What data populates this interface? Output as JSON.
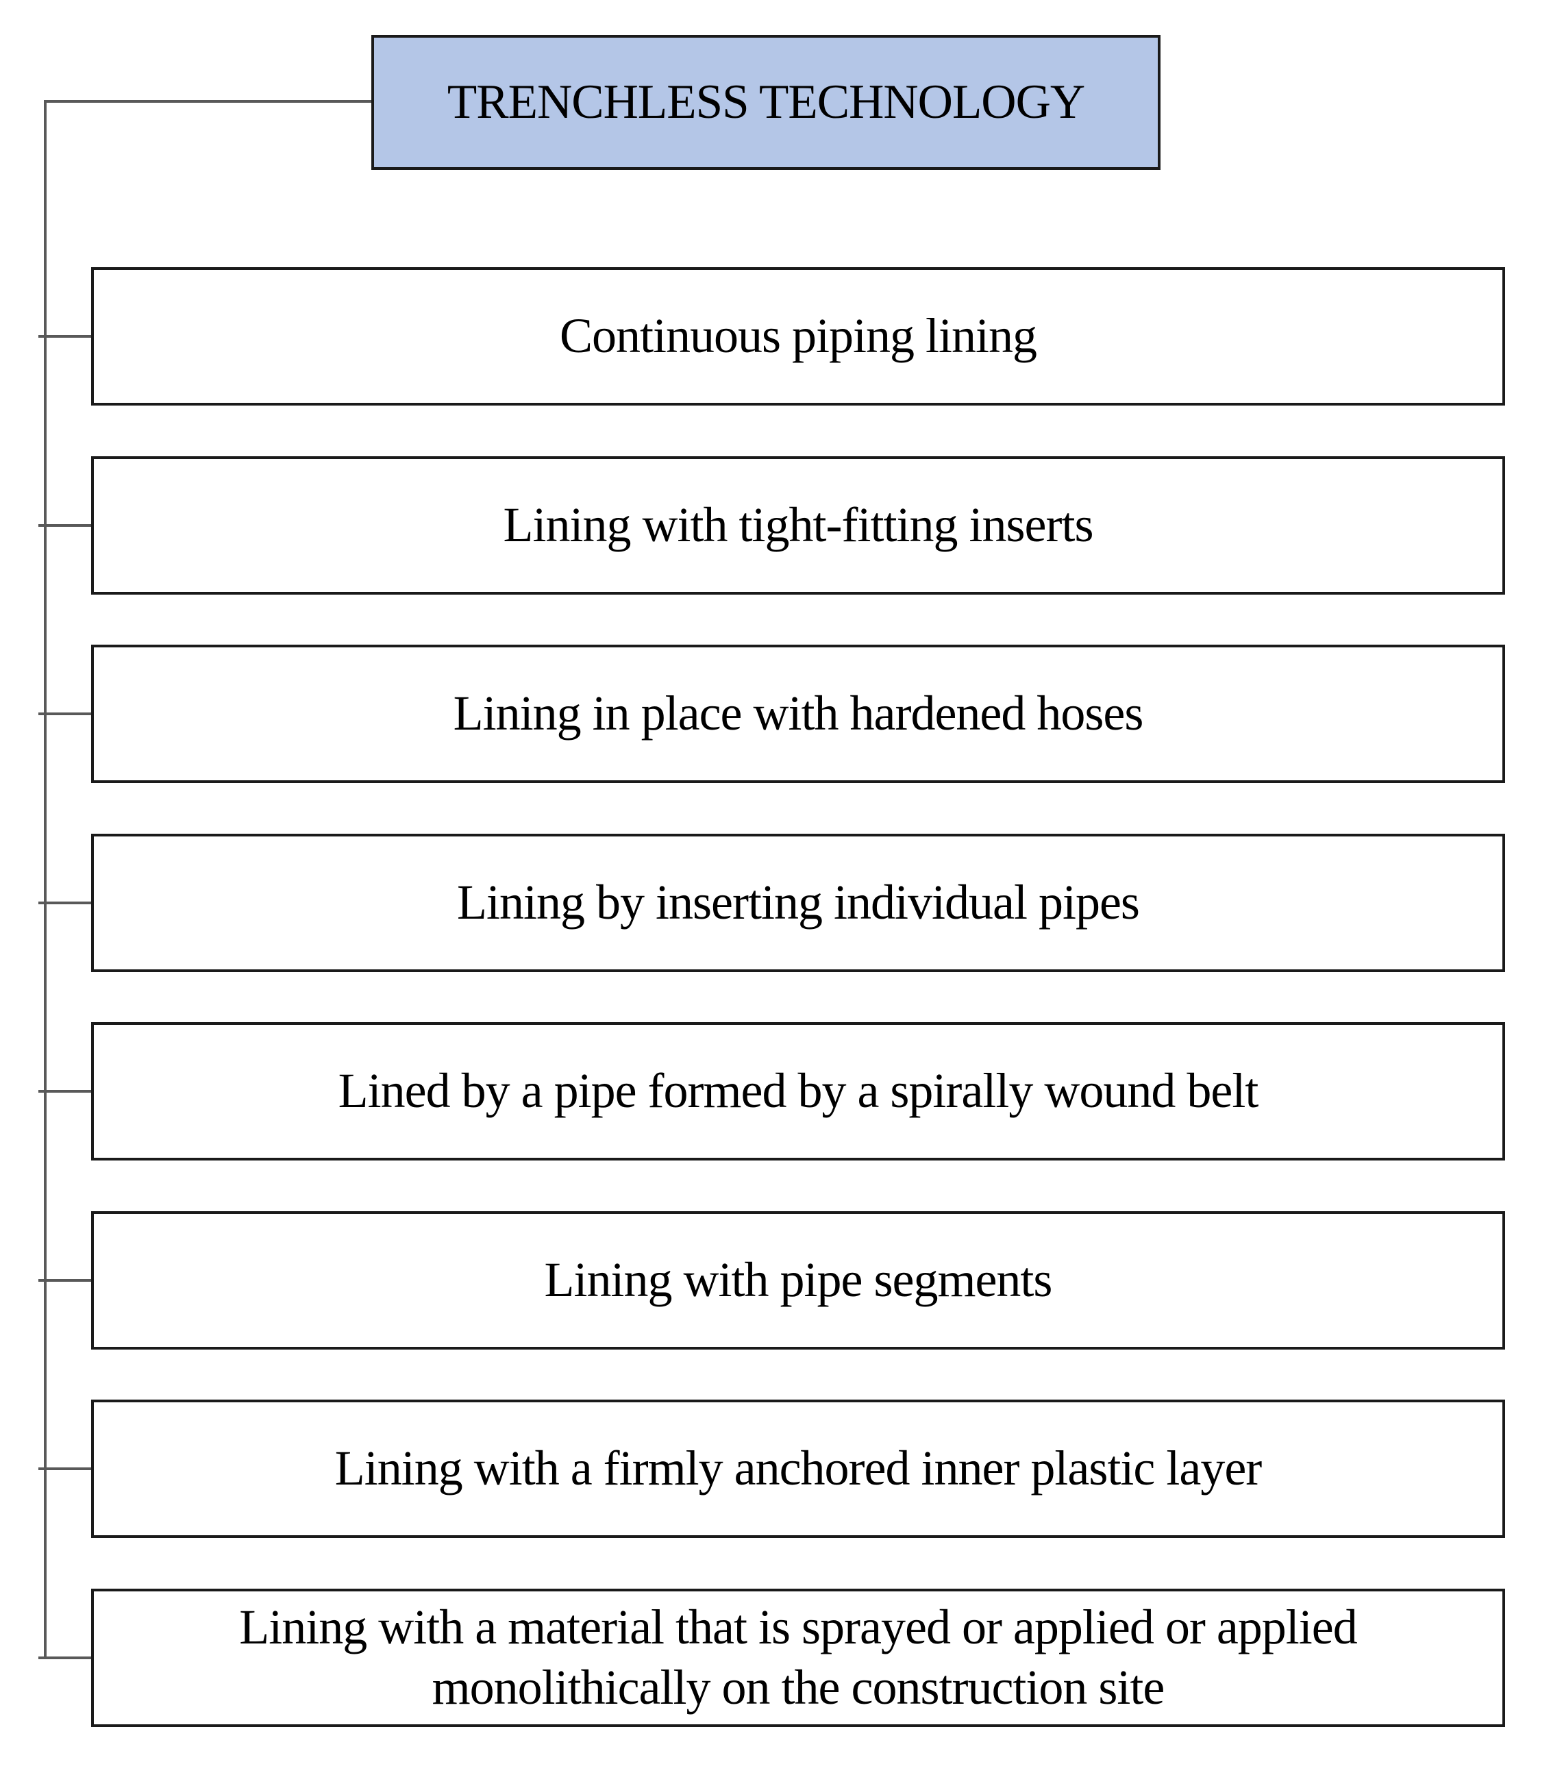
{
  "diagram": {
    "title": {
      "label": "TRENCHLESS TECHNOLOGY"
    },
    "nodes": [
      {
        "label": "Continuous piping lining"
      },
      {
        "label": "Lining with tight-fitting inserts"
      },
      {
        "label": "Lining in place with hardened hoses"
      },
      {
        "label": "Lining by inserting individual pipes"
      },
      {
        "label": "Lined by a pipe formed by a spirally wound belt"
      },
      {
        "label": "Lining with pipe segments"
      },
      {
        "label": "Lining with a firmly anchored inner plastic layer"
      },
      {
        "label": "Lining with a material that is sprayed or applied or applied\nmonolithically on the construction site"
      }
    ],
    "colors": {
      "title_fill": "#b4c6e7",
      "box_fill": "#ffffff",
      "border": "#1a1a1a",
      "connector": "#595959",
      "text": "#000000",
      "background": "#ffffff"
    }
  }
}
